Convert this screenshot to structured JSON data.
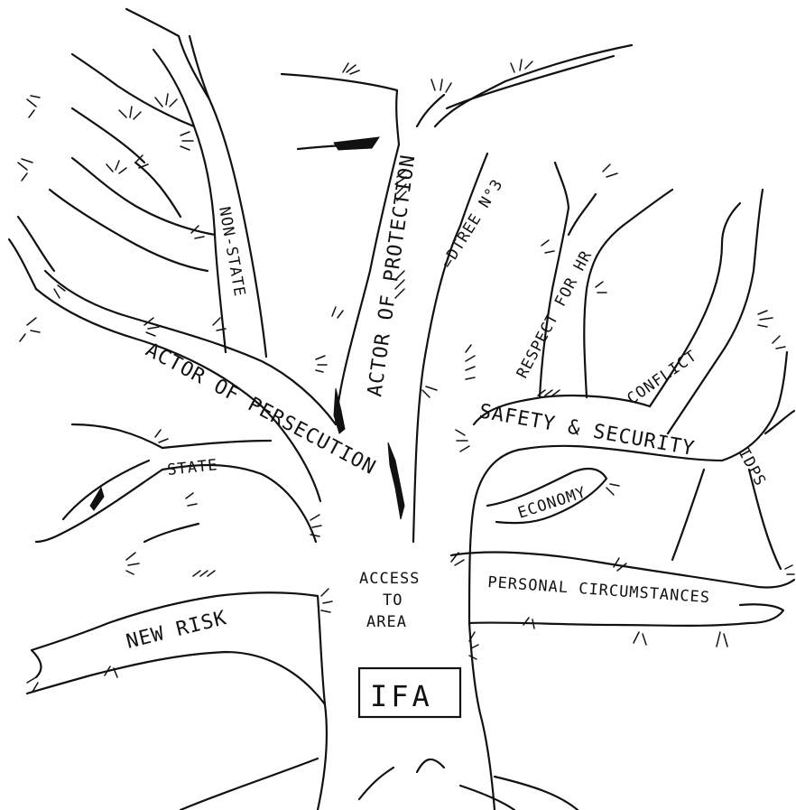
{
  "labels": {
    "actor_of_protection": "ACTOR OF PROTECTION",
    "tree_no": "=DTREE N°3",
    "non_state": "NON-STATE",
    "actor_of_persecution": "ACTOR OF PERSECUTION",
    "state": "STATE",
    "respect_for_hr": "RESPECT FOR HR",
    "conflict": "CONFLICT",
    "safety_security": "SAFETY & SECURITY",
    "economy": "ECONOMY",
    "idps": "IDPS",
    "access_line1": "ACCESS",
    "access_line2": "TO",
    "access_line3": "AREA",
    "personal_circumstances": "PERSONAL CIRCUMSTANCES",
    "new_risk": "NEW RISK",
    "ifa": "IFA"
  },
  "colors": {
    "ink": "#111111",
    "paper": "#ffffff"
  }
}
